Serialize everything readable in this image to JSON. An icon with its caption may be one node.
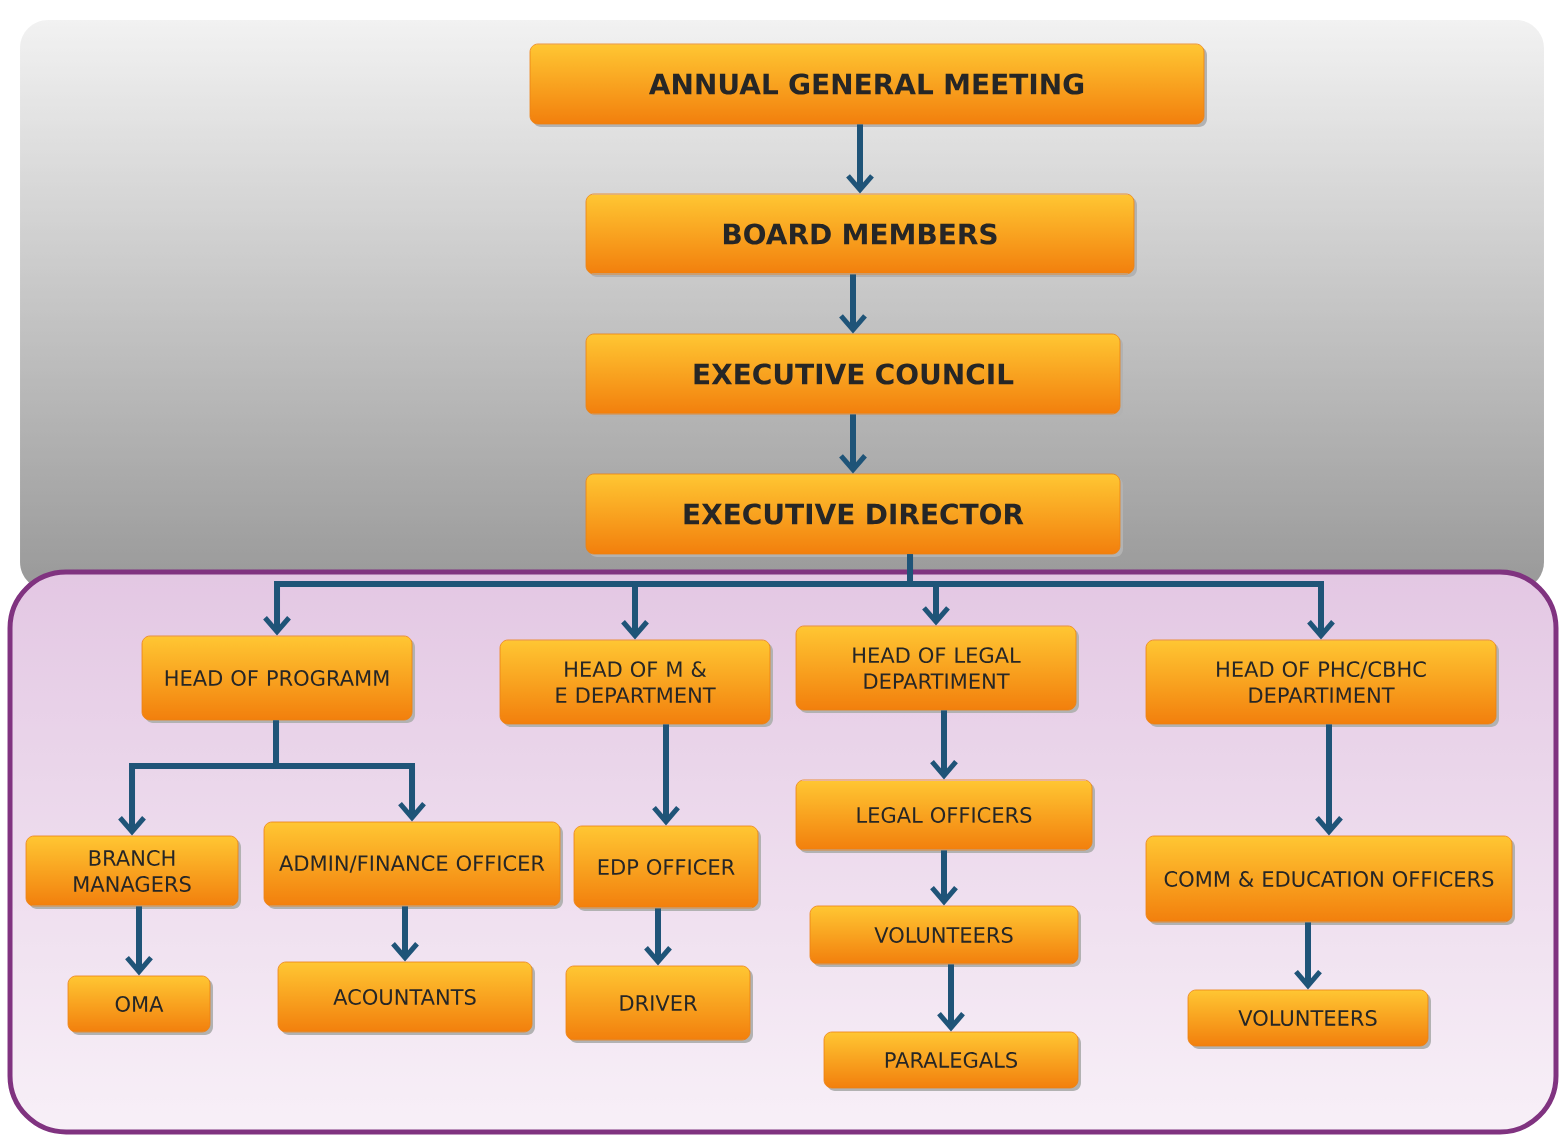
{
  "diagram": {
    "nodes": [
      {
        "text": [
          "ANNUAL GENERAL MEETING"
        ]
      },
      {
        "text": [
          "BOARD MEMBERS"
        ]
      },
      {
        "text": [
          "EXECUTIVE COUNCIL"
        ]
      },
      {
        "text": [
          "EXECUTIVE DIRECTOR"
        ]
      },
      {
        "text": [
          "HEAD OF PROGRAMM"
        ]
      },
      {
        "text": [
          "HEAD OF M & E DEPARTMENT"
        ]
      },
      {
        "text": [
          "HEAD OF LEGAL DEPARTIMENT"
        ]
      },
      {
        "text": [
          "HEAD OF PHC/CBHC DEPARTIMENT"
        ]
      },
      {
        "text": [
          "BRANCH MANAGERS"
        ]
      },
      {
        "text": [
          "ADMIN/FINANCE OFFICER"
        ]
      },
      {
        "text": [
          "EDP OFFICER"
        ]
      },
      {
        "text": [
          "LEGAL OFFICERS"
        ]
      },
      {
        "text": [
          "COMM & EDUCATION OFFICERS"
        ]
      },
      {
        "text": [
          "OMA"
        ]
      },
      {
        "text": [
          "ACOUNTANTS"
        ]
      },
      {
        "text": [
          "DRIVER"
        ]
      },
      {
        "text": [
          "VOLUNTEERS"
        ]
      },
      {
        "text": [
          "VOLUNTEERS"
        ]
      },
      {
        "text": [
          "PARALEGALS"
        ]
      }
    ],
    "edges": [
      {
        "from": 0,
        "to": 1,
        "arrow": "to"
      },
      {
        "from": 1,
        "to": 2,
        "arrow": "to"
      },
      {
        "from": 2,
        "to": 3,
        "arrow": "to"
      },
      {
        "from": 3,
        "to": 4,
        "arrow": "to"
      },
      {
        "from": 3,
        "to": 5,
        "arrow": "to"
      },
      {
        "from": 3,
        "to": 6,
        "arrow": "to"
      },
      {
        "from": 3,
        "to": 7,
        "arrow": "to"
      },
      {
        "from": 4,
        "to": 8,
        "arrow": "to"
      },
      {
        "from": 4,
        "to": 9,
        "arrow": "to"
      },
      {
        "from": 5,
        "to": 10,
        "arrow": "to"
      },
      {
        "from": 6,
        "to": 11,
        "arrow": "to"
      },
      {
        "from": 7,
        "to": 12,
        "arrow": "to"
      },
      {
        "from": 8,
        "to": 13,
        "arrow": "to"
      },
      {
        "from": 9,
        "to": 14,
        "arrow": "to"
      },
      {
        "from": 10,
        "to": 15,
        "arrow": "to"
      },
      {
        "from": 11,
        "to": 16,
        "arrow": "to"
      },
      {
        "from": 16,
        "to": 18,
        "arrow": "to"
      },
      {
        "from": 12,
        "to": 17,
        "arrow": "to"
      }
    ]
  }
}
